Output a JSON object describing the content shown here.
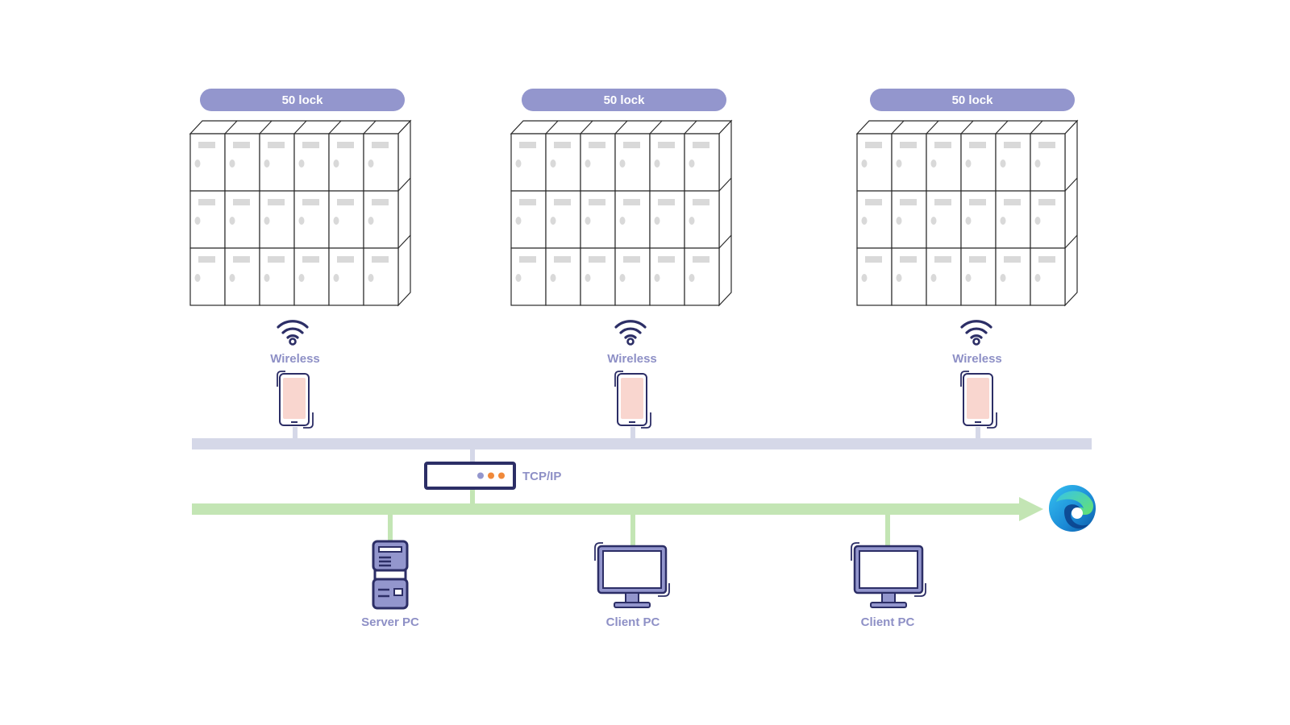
{
  "diagram": {
    "title": "Locker wireless network topology",
    "colors": {
      "accent": "#9396cd",
      "dark": "#2c2e66",
      "wireless_bus": "#d5d8e8",
      "lan_bus": "#c3e5b4",
      "phone_screen": "#f9d6cf",
      "dot_blue": "#9396cd",
      "dot_orange": "#f0893a"
    },
    "locker_banks": [
      {
        "label": "50 lock",
        "rows": 3,
        "columns": 6,
        "link_label": "Wireless",
        "link_icon": "wifi-icon",
        "device_icon": "mobile-phone-icon"
      },
      {
        "label": "50 lock",
        "rows": 3,
        "columns": 6,
        "link_label": "Wireless",
        "link_icon": "wifi-icon",
        "device_icon": "mobile-phone-icon"
      },
      {
        "label": "50 lock",
        "rows": 3,
        "columns": 6,
        "link_label": "Wireless",
        "link_icon": "wifi-icon",
        "device_icon": "mobile-phone-icon"
      }
    ],
    "gateway": {
      "label": "TCP/IP",
      "icon": "network-switch-icon"
    },
    "browser": {
      "icon": "edge-browser-icon"
    },
    "computers": [
      {
        "label": "Server PC",
        "icon": "server-icon"
      },
      {
        "label": "Client PC",
        "icon": "monitor-icon"
      },
      {
        "label": "Client PC",
        "icon": "monitor-icon"
      }
    ]
  }
}
